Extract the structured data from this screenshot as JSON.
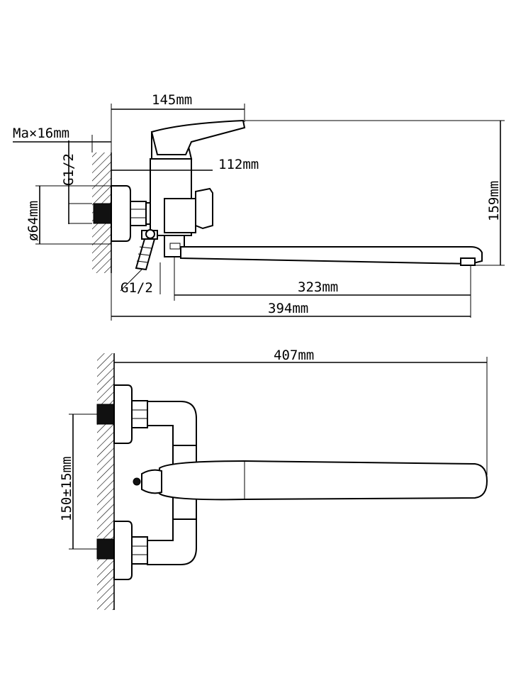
{
  "dimensions": {
    "top_width": "145mm",
    "wall_thickness": "Ma×16mm",
    "thread_top": "G1/2",
    "spout_height_112": "112mm",
    "diameter": "ø64mm",
    "height": "159mm",
    "thread_bottom": "G1/2",
    "spout_reach": "323mm",
    "total_reach": "394mm",
    "swivel_length": "407mm",
    "center_distance": "150±15mm"
  },
  "colors": {
    "line": "#000000",
    "background": "#ffffff"
  }
}
